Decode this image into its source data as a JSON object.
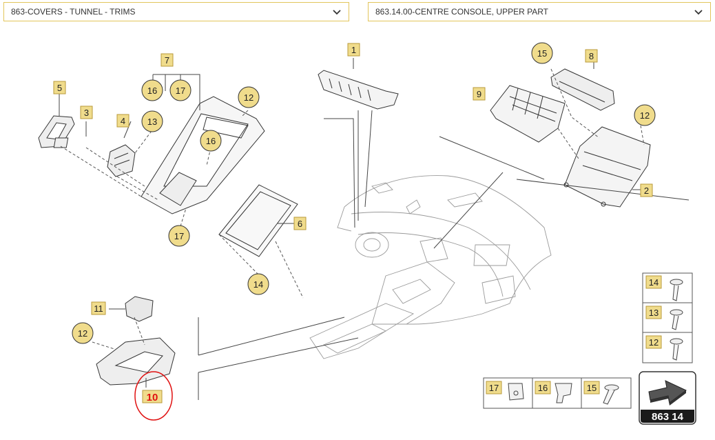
{
  "selectors": {
    "group": {
      "value": "863-COVERS - TUNNEL - TRIMS"
    },
    "subgroup": {
      "value": "863.14.00-CENTRE CONSOLE, UPPER PART"
    }
  },
  "callouts": {
    "c1": "1",
    "c2": "2",
    "c3": "3",
    "c4": "4",
    "c5": "5",
    "c6": "6",
    "c7": "7",
    "c8": "8",
    "c9": "9",
    "c10": "10",
    "c11": "11",
    "c12a": "12",
    "c12b": "12",
    "c12c": "12",
    "c13": "13",
    "c14": "14",
    "c15": "15",
    "c16a": "16",
    "c16b": "16",
    "c17a": "17",
    "c17b": "17"
  },
  "fastener_legend": {
    "vertical": [
      "14",
      "13",
      "12"
    ],
    "horizontal": [
      "17",
      "16",
      "15"
    ]
  },
  "nav": {
    "page_code": "863 14"
  },
  "colors": {
    "label_fill": "#f0dc8c",
    "label_border": "#b89a3a",
    "highlight": "#e01010",
    "selector_border": "#e2c55a"
  }
}
